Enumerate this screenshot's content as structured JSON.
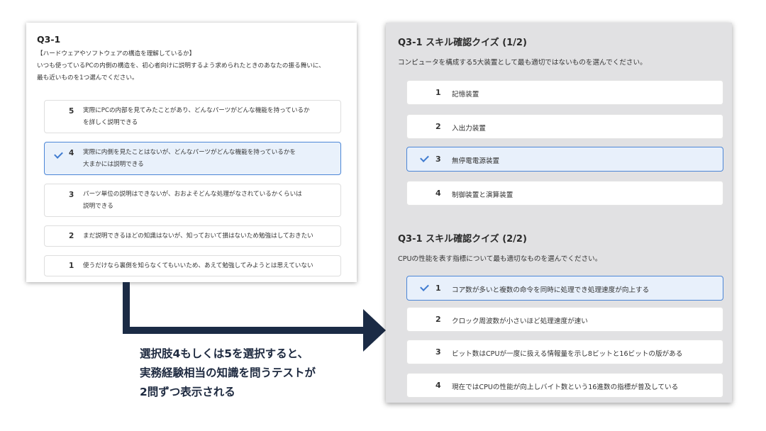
{
  "left_card": {
    "title": "Q3-1",
    "subtitle": "【ハードウェアやソフトウェアの構造を理解しているか】",
    "desc_line1": "いつも使っているPCの内側の構造を、初心者向けに説明するよう求められたときのあなたの振る舞いに、",
    "desc_line2": "最も近いものを1つ選んでください。",
    "options": [
      {
        "num": "5",
        "line1": "実際にPCの内部を見てみたことがあり、どんなパーツがどんな機能を持っているか",
        "line2": "を詳しく説明できる"
      },
      {
        "num": "4",
        "line1": "実際に内側を見たことはないが、どんなパーツがどんな機能を持っているかを",
        "line2": "大まかには説明できる",
        "selected": true
      },
      {
        "num": "3",
        "line1": "パーツ単位の説明はできないが、おおよそどんな処理がなされているかくらいは",
        "line2": "説明できる"
      },
      {
        "num": "2",
        "line1": "まだ説明できるほどの知識はないが、知っておいて損はないため勉強はしておきたい"
      },
      {
        "num": "1",
        "line1": "使うだけなら裏側を知らなくてもいいため、あえて勉強してみようとは思えていない"
      }
    ]
  },
  "right_panel": {
    "quiz1": {
      "title": "Q3-1 スキル確認クイズ (1/2)",
      "question": "コンピュータを構成する5大装置として最も適切ではないものを選んでください。",
      "options": [
        {
          "num": "1",
          "label": "記憶装置"
        },
        {
          "num": "2",
          "label": "入出力装置"
        },
        {
          "num": "3",
          "label": "無停電電源装置",
          "selected": true
        },
        {
          "num": "4",
          "label": "制御装置と演算装置"
        }
      ]
    },
    "quiz2": {
      "title": "Q3-1 スキル確認クイズ (2/2)",
      "question": "CPUの性能を表す指標について最も適切なものを選んでください。",
      "options": [
        {
          "num": "1",
          "label": "コア数が多いと複数の命令を同時に処理でき処理速度が向上する",
          "selected": true
        },
        {
          "num": "2",
          "label": "クロック周波数が小さいほど処理速度が速い"
        },
        {
          "num": "3",
          "label": "ビット数はCPUが一度に扱える情報量を示し8ビットと16ビットの版がある"
        },
        {
          "num": "4",
          "label": "現在ではCPUの性能が向上しバイト数という16進数の指標が普及している"
        }
      ]
    }
  },
  "caption": {
    "line1": "選択肢4もしくは5を選択すると、",
    "line2": "実務経験相当の知識を問うテストが",
    "line3": "2問ずつ表示される"
  },
  "colors": {
    "accent": "#4c86d6",
    "selected_bg": "#e9f1fb",
    "arrow": "#1b2b45",
    "panel_bg": "#e1e1e3"
  }
}
